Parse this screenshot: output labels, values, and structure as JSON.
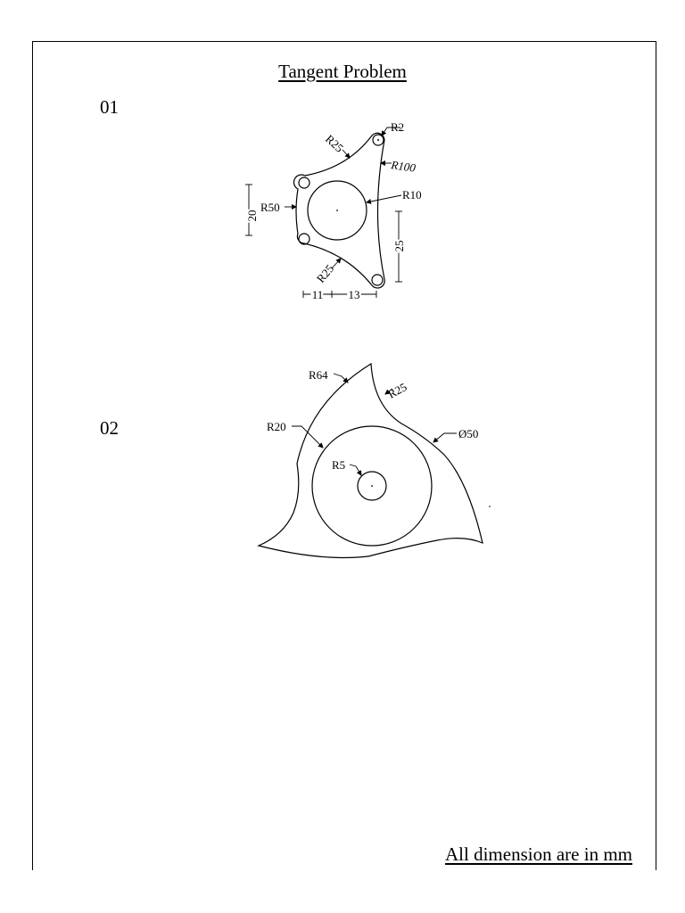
{
  "sheet": {
    "title": "Tangent Problem",
    "footer_note": "All dimension are in mm"
  },
  "problems": [
    {
      "number": "01",
      "labels": {
        "r2": "R2",
        "r25_top": "R25",
        "r100": "R100",
        "r10": "R10",
        "r50": "R50",
        "dim_20": "20",
        "dim_25": "25",
        "r25_bottom": "R25",
        "dim_11": "11",
        "dim_13": "13"
      }
    },
    {
      "number": "02",
      "labels": {
        "r64": "R64",
        "r25": "R25",
        "r20": "R20",
        "dia50": "Ø50",
        "r5": "R5"
      }
    }
  ]
}
